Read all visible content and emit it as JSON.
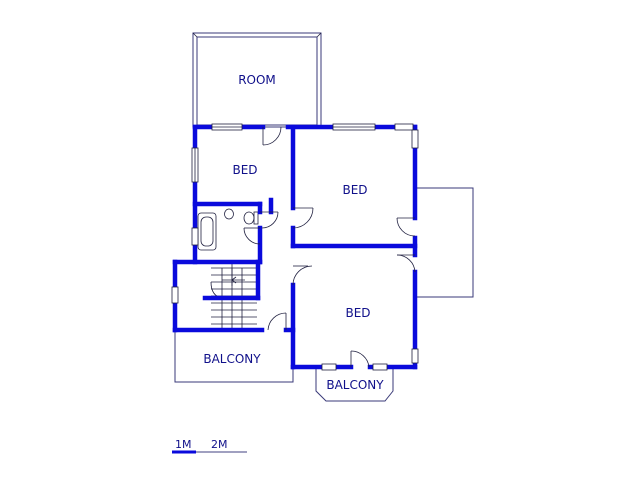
{
  "rooms": {
    "room": "ROOM",
    "bed_1": "BED",
    "bed_2": "BED",
    "bed_3": "BED",
    "balcony_left": "BALCONY",
    "balcony_right": "BALCONY"
  },
  "scale_bar": {
    "label_1": "1M",
    "label_2": "2M"
  },
  "colors": {
    "wall": "#0a0adc",
    "label": "#10108a"
  }
}
